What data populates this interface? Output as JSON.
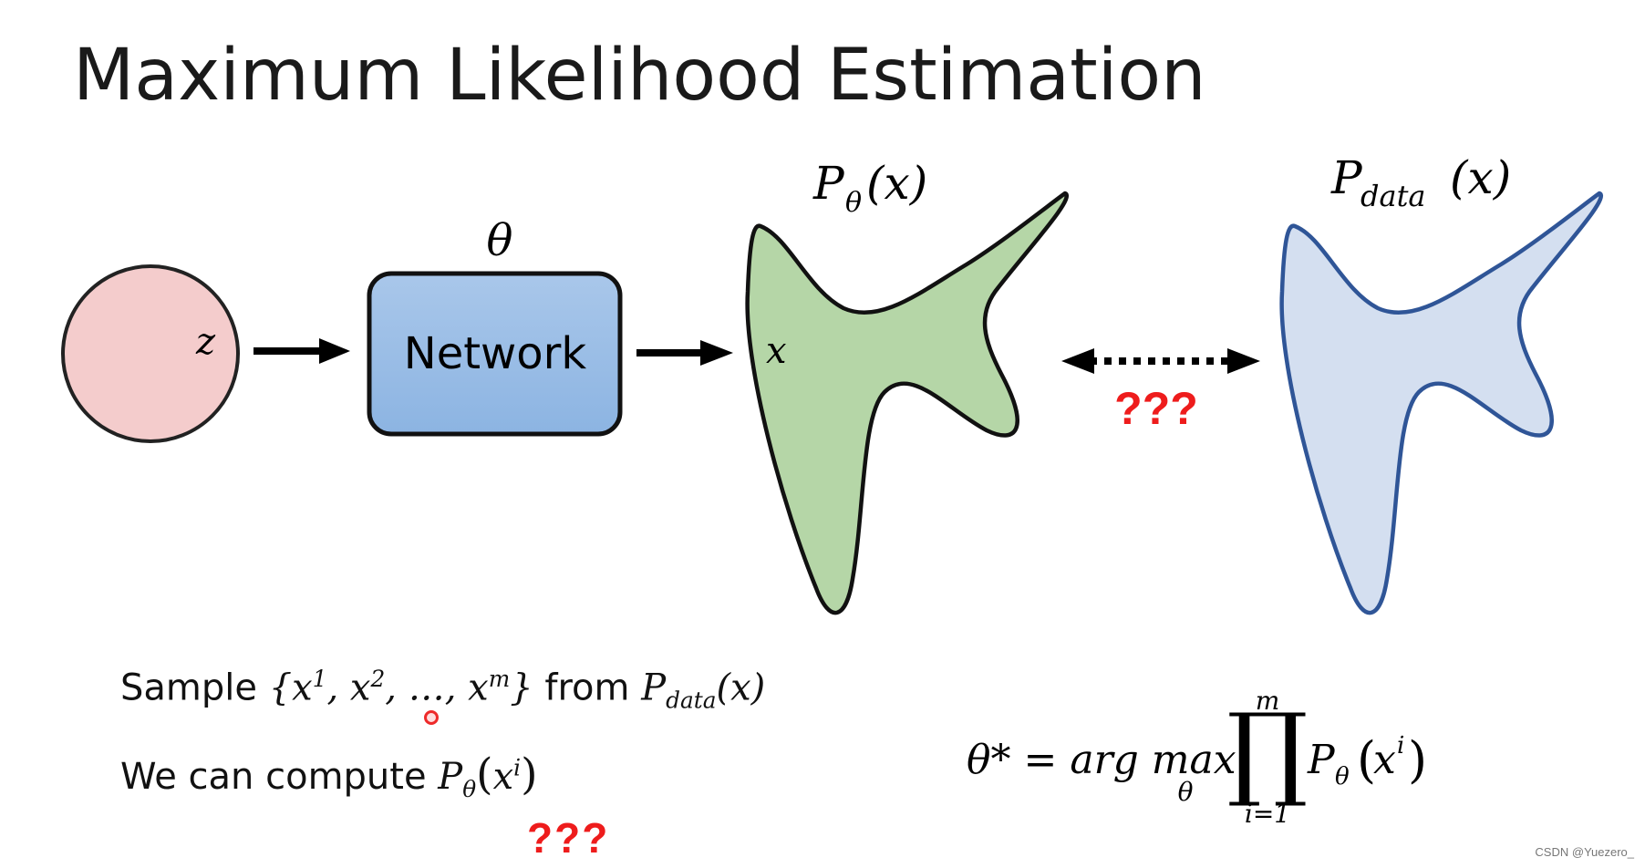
{
  "slide": {
    "title": "Maximum Likelihood Estimation"
  },
  "diagram": {
    "latent_label": "z",
    "network_label": "Network",
    "network_param": "θ",
    "model_dist": {
      "symbol": "P",
      "subscript": "θ",
      "arg": "(x)"
    },
    "sample_label": "x",
    "data_dist": {
      "symbol": "P",
      "subscript": "data",
      "arg": "(x)"
    },
    "comparison_mark": "???"
  },
  "text": {
    "line1_word1": "Sample",
    "line1_set": "{x",
    "line1_sup1": "1",
    "line1_mid": ", x",
    "line1_sup2": "2",
    "line1_dots": ", …, x",
    "line1_supm": "m",
    "line1_close": "}",
    "line1_from": " from ",
    "line1_P": "P",
    "line1_sub": "data",
    "line1_arg": "(x)",
    "line2_words": "We can compute ",
    "line2_P": "P",
    "line2_sub": "θ",
    "line2_x": "x",
    "line2_sup": "i",
    "bottom_mark": "???"
  },
  "formula": {
    "lhs": "θ* = arg max",
    "under": "θ",
    "prod_top": "m",
    "prod_bottom": "i=1",
    "rhs_P": "P",
    "rhs_sub": "θ",
    "rhs_arg": "x",
    "rhs_sup": "i"
  },
  "watermark": "CSDN @Yuezero_",
  "colors": {
    "latent_fill": "#f4cccc",
    "network_fill": "#9dc3e6",
    "network_stroke": "#111111",
    "model_fill": "#b5d6a7",
    "data_fill": "#d4dff0",
    "data_stroke": "#2f5597",
    "question": "#ee1c1c"
  }
}
